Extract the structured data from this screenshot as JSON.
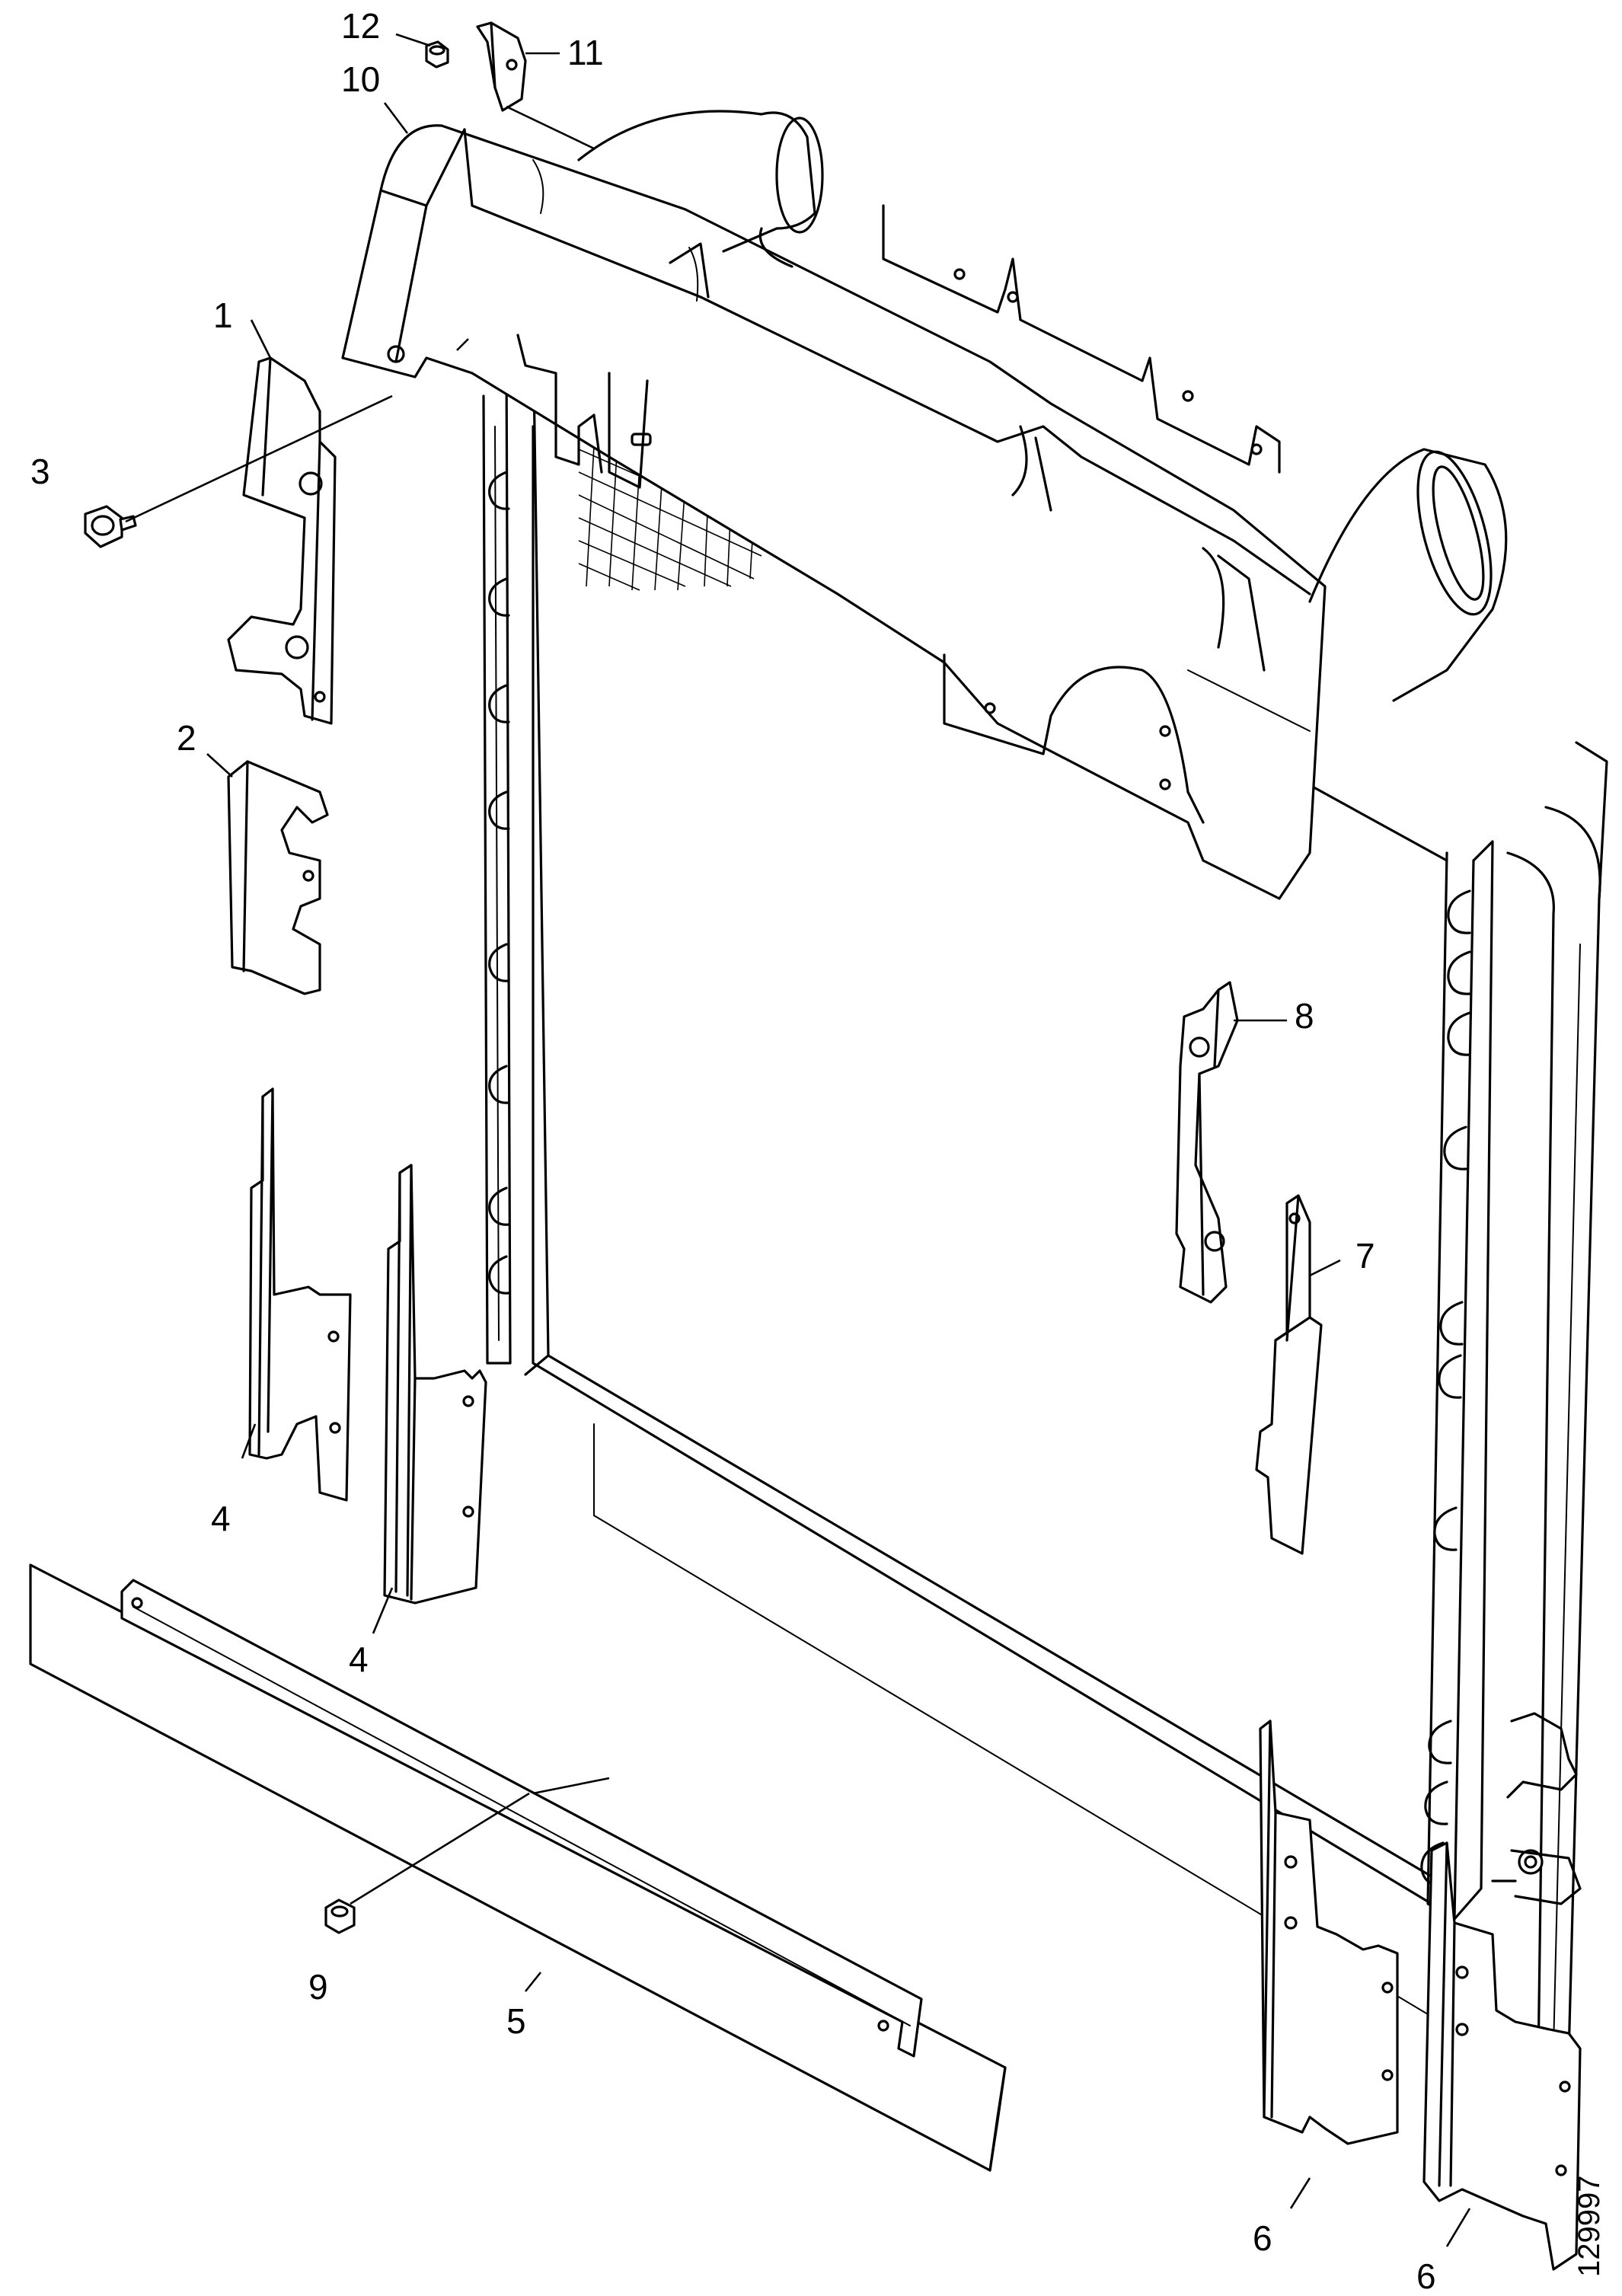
{
  "diagram": {
    "callouts": {
      "c1": "1",
      "c2": "2",
      "c3": "3",
      "c4a": "4",
      "c4b": "4",
      "c5": "5",
      "c6a": "6",
      "c6b": "6",
      "c7": "7",
      "c8": "8",
      "c9": "9",
      "c10": "10",
      "c11": "11",
      "c12": "12"
    },
    "document_number": "129997"
  }
}
